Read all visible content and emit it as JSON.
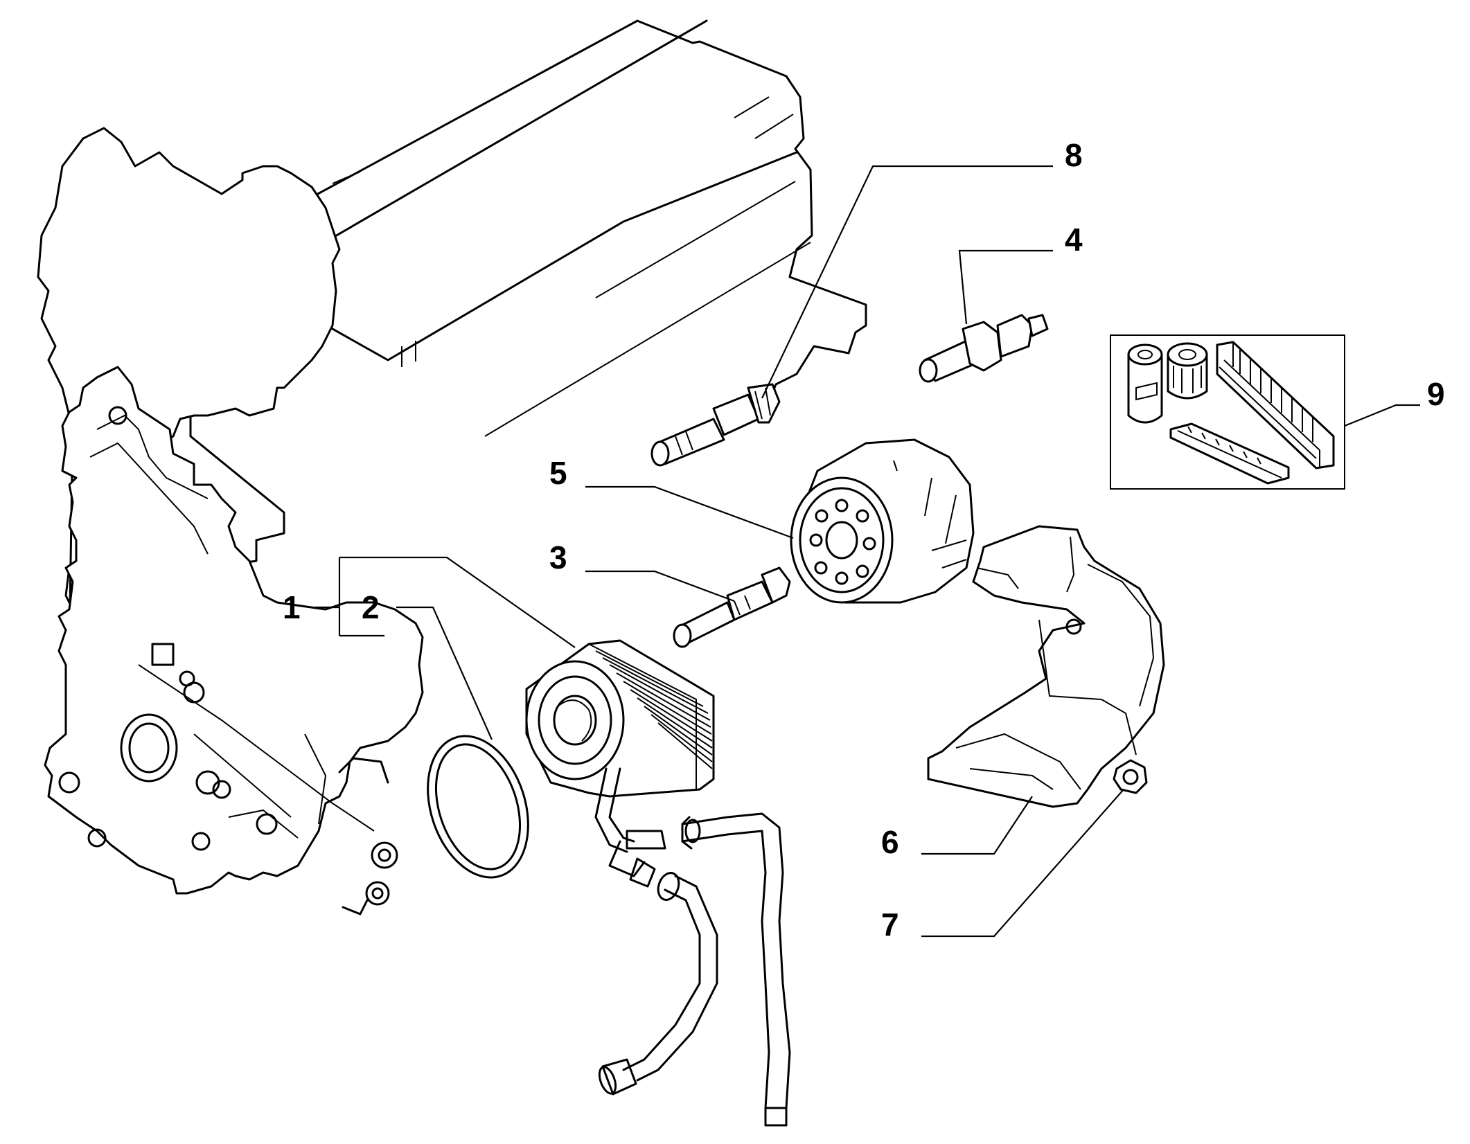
{
  "callouts": [
    {
      "id": "1",
      "text": "1"
    },
    {
      "id": "2",
      "text": "2"
    },
    {
      "id": "3",
      "text": "3"
    },
    {
      "id": "4",
      "text": "4"
    },
    {
      "id": "5",
      "text": "5"
    },
    {
      "id": "6",
      "text": "6"
    },
    {
      "id": "7",
      "text": "7"
    },
    {
      "id": "8",
      "text": "8"
    },
    {
      "id": "9",
      "text": "9"
    }
  ],
  "parts": [
    {
      "name": "engine-block-outline"
    },
    {
      "name": "oil-pump-housing"
    },
    {
      "name": "oil-cooler"
    },
    {
      "name": "o-ring-gasket"
    },
    {
      "name": "union-bolt"
    },
    {
      "name": "sensor"
    },
    {
      "name": "oil-filter"
    },
    {
      "name": "heat-shield-bracket"
    },
    {
      "name": "nut"
    },
    {
      "name": "hose-connector"
    },
    {
      "name": "service-kit-inset"
    }
  ]
}
